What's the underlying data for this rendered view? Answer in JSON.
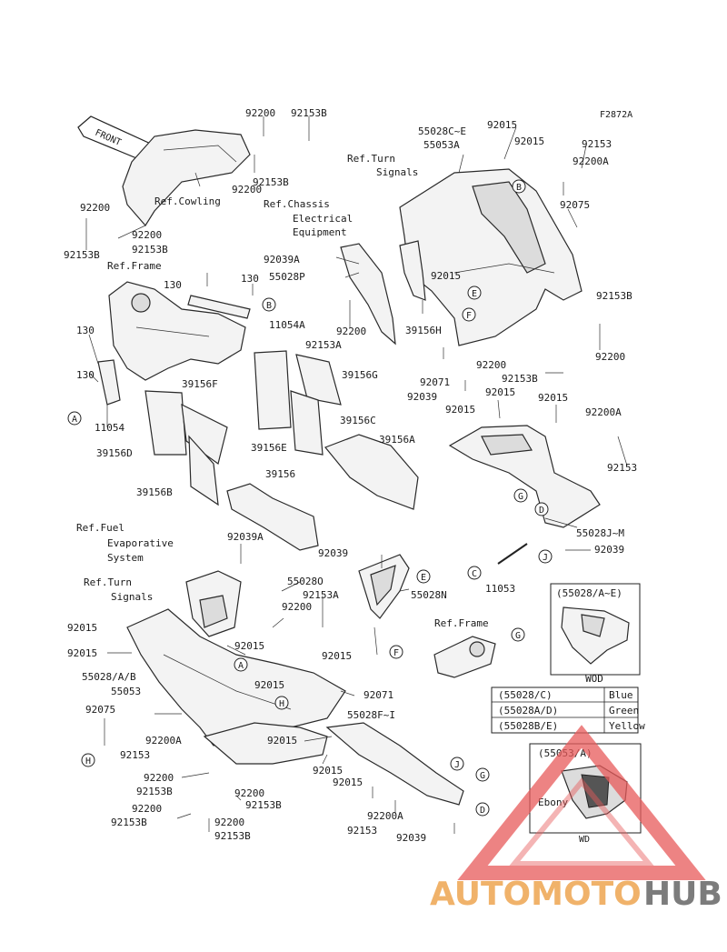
{
  "figure_code": "F2872A",
  "front_label": "FRONT",
  "references": {
    "cowling": "Ref.Cowling",
    "frame_top": "Ref.Frame",
    "turn_signals_top_1": "Ref.Turn",
    "turn_signals_top_2": "Signals",
    "chassis_1": "Ref.Chassis",
    "chassis_2": "Electrical",
    "chassis_3": "Equipment",
    "fuel_1": "Ref.Fuel",
    "fuel_2": "Evaporative",
    "fuel_3": "System",
    "turn_signals_mid_1": "Ref.Turn",
    "turn_signals_mid_2": "Signals",
    "frame_mid": "Ref.Frame"
  },
  "callouts": {
    "A": "A",
    "B": "B",
    "C": "C",
    "D": "D",
    "E": "E",
    "F": "F",
    "G": "G",
    "H": "H",
    "J": "J"
  },
  "parts": {
    "p01": "92200",
    "p02": "92153B",
    "p03": "92153B",
    "p04": "92200",
    "p05": "92200",
    "p06": "92200",
    "p07": "92153B",
    "p08": "92153B",
    "p09": "130",
    "p10": "130",
    "p11": "11054A",
    "p12": "130",
    "p13": "130",
    "p14": "11054",
    "p15": "39156F",
    "p16": "39156D",
    "p17": "39156B",
    "p18": "39156E",
    "p19": "39156G",
    "p20": "39156C",
    "p21": "39156A",
    "p22": "39156",
    "p23": "55028C~E",
    "p24": "55053A",
    "p25": "92015",
    "p26": "92015",
    "p27": "92153",
    "p28": "92200A",
    "p29": "92075",
    "p30": "92039A",
    "p31": "55028P",
    "p32": "92200",
    "p33": "92153A",
    "p34": "92015",
    "p35": "39156H",
    "p36": "92153B",
    "p37": "92200",
    "p38": "92071",
    "p39": "92039",
    "p40": "92200",
    "p41": "92153B",
    "p42": "92015",
    "p43": "92015",
    "p44": "92015",
    "p45": "92200A",
    "p46": "92153",
    "p47": "55028J~M",
    "p48": "92039",
    "p49": "11053",
    "p50": "92039A",
    "p51": "92039",
    "p52": "55028O",
    "p53": "92153A",
    "p54": "92200",
    "p55": "55028N",
    "p56": "92015",
    "p57": "92015",
    "p58": "92015",
    "p59": "92015",
    "p60": "92015",
    "p61": "92071",
    "p62": "55028/A/B",
    "p63": "55053",
    "p64": "92075",
    "p65": "92200A",
    "p66": "92153",
    "p67": "55028F~I",
    "p68": "92015",
    "p69": "92015",
    "p70": "92015",
    "p71": "92200",
    "p72": "92153B",
    "p73": "92200",
    "p74": "92153B",
    "p75": "92200",
    "p76": "92153B",
    "p77": "92200",
    "p78": "92153B",
    "p79": "92200A",
    "p80": "92153",
    "p81": "92039"
  },
  "color_table": {
    "header": "(55028/A~E)",
    "code": "WOD",
    "rows": [
      {
        "part": "(55028/C)",
        "color": "Blue"
      },
      {
        "part": "(55028A/D)",
        "color": "Green"
      },
      {
        "part": "(55028B/E)",
        "color": "Yellow"
      }
    ]
  },
  "inset2": {
    "header": "(55053/A)",
    "color": "Ebony",
    "code": "WD"
  },
  "watermark": {
    "part1": "AUTOMOTO",
    "part2": "HUB",
    "color_primary": "#f0b26a",
    "color_secondary": "#7c7c7c",
    "triangle_color": "#e85a5a"
  }
}
